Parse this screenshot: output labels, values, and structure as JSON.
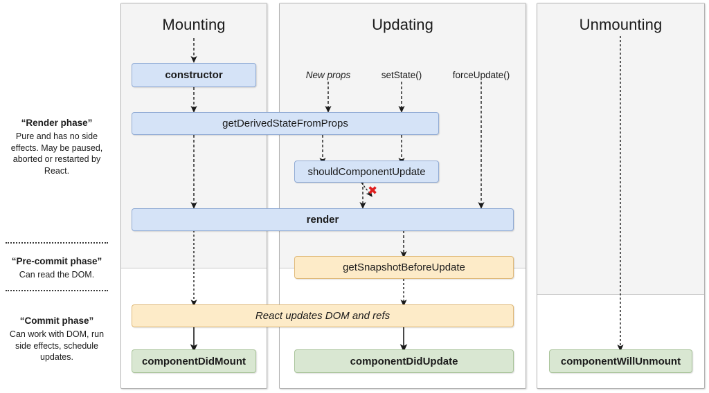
{
  "diagram": {
    "title": "React component lifecycle diagram",
    "colors": {
      "blue_fill": "#d5e3f7",
      "blue_border": "#8faad4",
      "orange_fill": "#fdebc8",
      "orange_border": "#e0b978",
      "green_fill": "#d9e7d2",
      "green_border": "#a9c49a",
      "panel_shade": "#f4f4f4",
      "panel_border": "#b3b3b3",
      "abort_mark": "#e02020"
    }
  },
  "columns": [
    {
      "id": "mounting",
      "title": "Mounting"
    },
    {
      "id": "updating",
      "title": "Updating"
    },
    {
      "id": "unmounting",
      "title": "Unmounting"
    }
  ],
  "phases": [
    {
      "id": "render",
      "title": "“Render phase”",
      "description": "Pure and has no side effects. May be paused, aborted or restarted by React."
    },
    {
      "id": "pre-commit",
      "title": "“Pre-commit phase”",
      "description": "Can read the DOM."
    },
    {
      "id": "commit",
      "title": "“Commit phase”",
      "description": "Can work with DOM, run side effects, schedule updates."
    }
  ],
  "triggers": [
    {
      "id": "new-props",
      "label": "New props"
    },
    {
      "id": "set-state",
      "label": "setState()"
    },
    {
      "id": "force-update",
      "label": "forceUpdate()"
    }
  ],
  "lifecycle_boxes": [
    {
      "id": "constructor",
      "label": "constructor",
      "color": "blue",
      "column": "mounting"
    },
    {
      "id": "get-derived-state",
      "label": "getDerivedStateFromProps",
      "color": "blue",
      "column": "mounting-updating"
    },
    {
      "id": "should-component-update",
      "label": "shouldComponentUpdate",
      "color": "blue",
      "column": "updating"
    },
    {
      "id": "render",
      "label": "render",
      "color": "blue",
      "column": "mounting-updating"
    },
    {
      "id": "get-snapshot",
      "label": "getSnapshotBeforeUpdate",
      "color": "orange",
      "column": "updating"
    },
    {
      "id": "react-updates-dom",
      "label": "React updates DOM and refs",
      "color": "orange",
      "column": "mounting-updating"
    },
    {
      "id": "component-did-mount",
      "label": "componentDidMount",
      "color": "green",
      "column": "mounting"
    },
    {
      "id": "component-did-update",
      "label": "componentDidUpdate",
      "color": "green",
      "column": "updating"
    },
    {
      "id": "component-will-unmount",
      "label": "componentWillUnmount",
      "color": "green",
      "column": "unmounting"
    }
  ],
  "abort_marker": {
    "id": "skip-render",
    "symbol": "✖"
  }
}
